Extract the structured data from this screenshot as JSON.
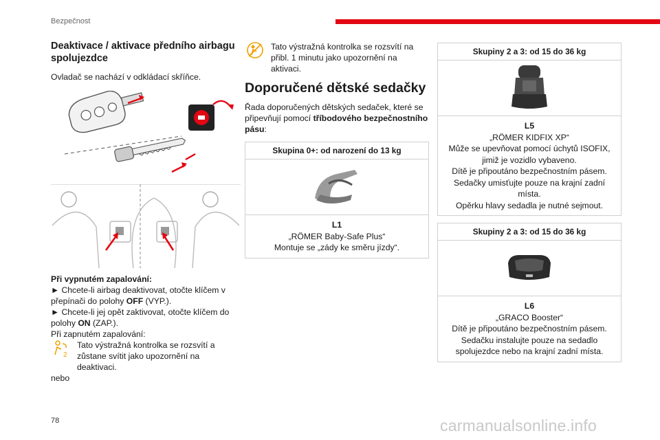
{
  "header": {
    "section": "Bezpečnost",
    "accent_color": "#e30613"
  },
  "page_number": "78",
  "watermark": "carmanualsonline.info",
  "left": {
    "title": "Deaktivace / aktivace předního airbagu spolujezdce",
    "intro": "Ovladač se nachází v odkládací skříňce.",
    "steps_heading": "Při vypnutém zapalování:",
    "step1_a": "► Chcete-li airbag deaktivovat, otočte klíčem v přepínači do polohy ",
    "step1_b": "OFF",
    "step1_c": " (VYP.).",
    "step2_a": "► Chcete-li jej opět zaktivovat, otočte klíčem do polohy ",
    "step2_b": "ON",
    "step2_c": " (ZAP.).",
    "ignition": "Při zapnutém zapalování:",
    "warning1": "Tato výstražná kontrolka se rozsvítí a zůstane svítit jako upozornění na deaktivaci.",
    "or": "nebo"
  },
  "middle": {
    "warning2": "Tato výstražná kontrolka se rozsvítí na přibl. 1 minutu jako upozornění na aktivaci.",
    "title": "Doporučené dětské sedačky",
    "intro_a": "Řada doporučených dětských sedaček, které se připevňují pomocí ",
    "intro_b": "tříbodového bezpečnostního pásu",
    "intro_c": ":",
    "seat_l1": {
      "group": "Skupina 0+: od narození do 13 kg",
      "code": "L1",
      "name": "„RÖMER Baby-Safe Plus“",
      "note": "Montuje se „zády ke směru jízdy“."
    }
  },
  "right": {
    "seat_l5": {
      "group": "Skupiny 2 a 3: od 15 do 36 kg",
      "code": "L5",
      "name": "„RÖMER KIDFIX XP“",
      "l1": "Může se upevňovat pomocí úchytů ISOFIX, jimiž je vozidlo vybaveno.",
      "l2": "Dítě je připoutáno bezpečnostním pásem.",
      "l3": "Sedačky umisťujte pouze na krajní zadní místa.",
      "l4": "Opěrku hlavy sedadla je nutné sejmout."
    },
    "seat_l6": {
      "group": "Skupiny 2 a 3: od 15 do 36 kg",
      "code": "L6",
      "name": "„GRACO Booster“",
      "l1": "Dítě je připoutáno bezpečnostním pásem.",
      "l2": "Sedačku instalujte pouze na sedadlo spolujezdce nebo na krajní zadní místa."
    }
  },
  "icons": {
    "warning_icon_color": "#f0a000"
  }
}
